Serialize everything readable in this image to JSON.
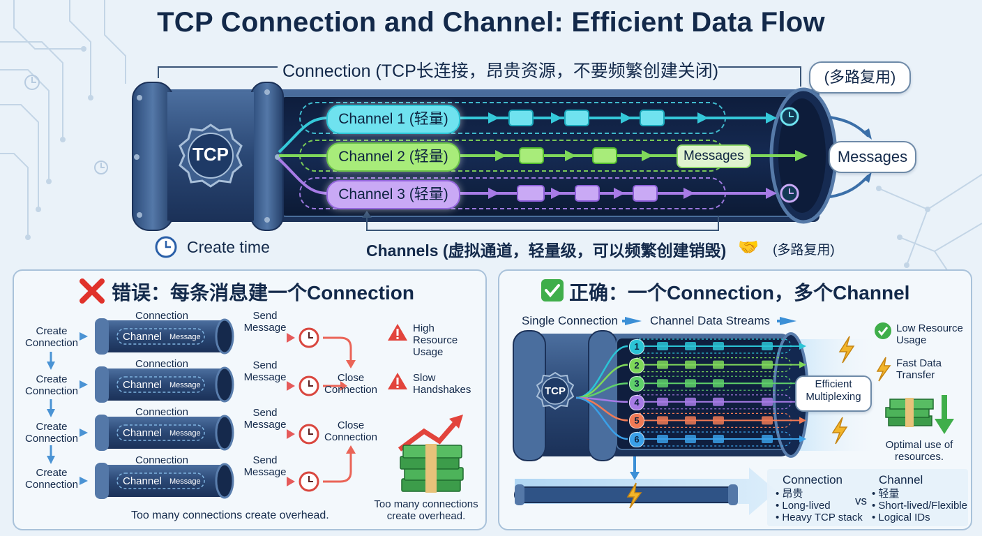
{
  "title": "TCP Connection and Channel: Efficient Data Flow",
  "top": {
    "connection_label": "Connection (TCP长连接，昂贵资源，不要频繁创建关闭)",
    "multiplex_bubble": "(多路复用)",
    "messages_bubble": "Messages",
    "tcp_badge": "TCP",
    "channels": [
      {
        "label": "Channel 1 (轻量)",
        "color": "#2bc4d6"
      },
      {
        "label": "Channel 2 (轻量)",
        "color": "#7fd85a"
      },
      {
        "label": "Channel 3 (轻量)",
        "color": "#a77be6"
      }
    ],
    "messages_pill": "Messages",
    "create_time": "Create time",
    "channels_label": "Channels (虚拟通道，轻量级，可以频繁创建销毁)",
    "multiplex_small": "(多路复用)"
  },
  "wrong": {
    "header": "错误：每条消息建一个Connection",
    "rows": [
      {
        "create": "Create\nConnection",
        "conn": "Connection",
        "channel": "Channel",
        "message": "Message",
        "send": "Send\nMessage"
      },
      {
        "create": "Create\nConnection",
        "conn": "Connection",
        "channel": "Channel",
        "message": "Message",
        "send": "Send\nMessage"
      },
      {
        "create": "Create\nConnection",
        "conn": "Connection",
        "channel": "Channel",
        "message": "Message",
        "send": "Send\nMessage"
      },
      {
        "create": "Create\nConnection",
        "conn": "Connection",
        "channel": "Channel",
        "message": "Message",
        "send": "Send\nMessage"
      }
    ],
    "close_1": "Close\nConnection",
    "close_2": "Close\nConnection",
    "warn_1": "High\nResource\nUsage",
    "warn_2": "Slow\nHandshakes",
    "overhead_bottom": "Too many connections create overhead.",
    "overhead_right": "Too many connections\ncreate overhead."
  },
  "right": {
    "header": "正确：一个Connection，多个Channel",
    "single_connection": "Single Connection",
    "channel_data_streams": "Channel Data Streams",
    "tcp_badge": "TCP",
    "lanes": [
      {
        "n": "1",
        "color": "#2bc4d6"
      },
      {
        "n": "2",
        "color": "#7fd85a"
      },
      {
        "n": "3",
        "color": "#5fd06a"
      },
      {
        "n": "4",
        "color": "#a77be6"
      },
      {
        "n": "5",
        "color": "#f07a55"
      },
      {
        "n": "6",
        "color": "#3aa0e8"
      }
    ],
    "efficient": "Efficient\nMultiplexing",
    "low_resource": "Low Resource\nUsage",
    "fast_transfer": "Fast Data\nTransfer",
    "optimal": "Optimal use of\nresources.",
    "compare": {
      "conn_title": "Connection",
      "conn_items": [
        "• 昂贵",
        "• Long-lived",
        "• Heavy TCP stack"
      ],
      "vs": "vs",
      "chan_title": "Channel",
      "chan_items": [
        "• 轻量",
        "• Short-lived/Flexible",
        "• Logical IDs"
      ]
    }
  }
}
